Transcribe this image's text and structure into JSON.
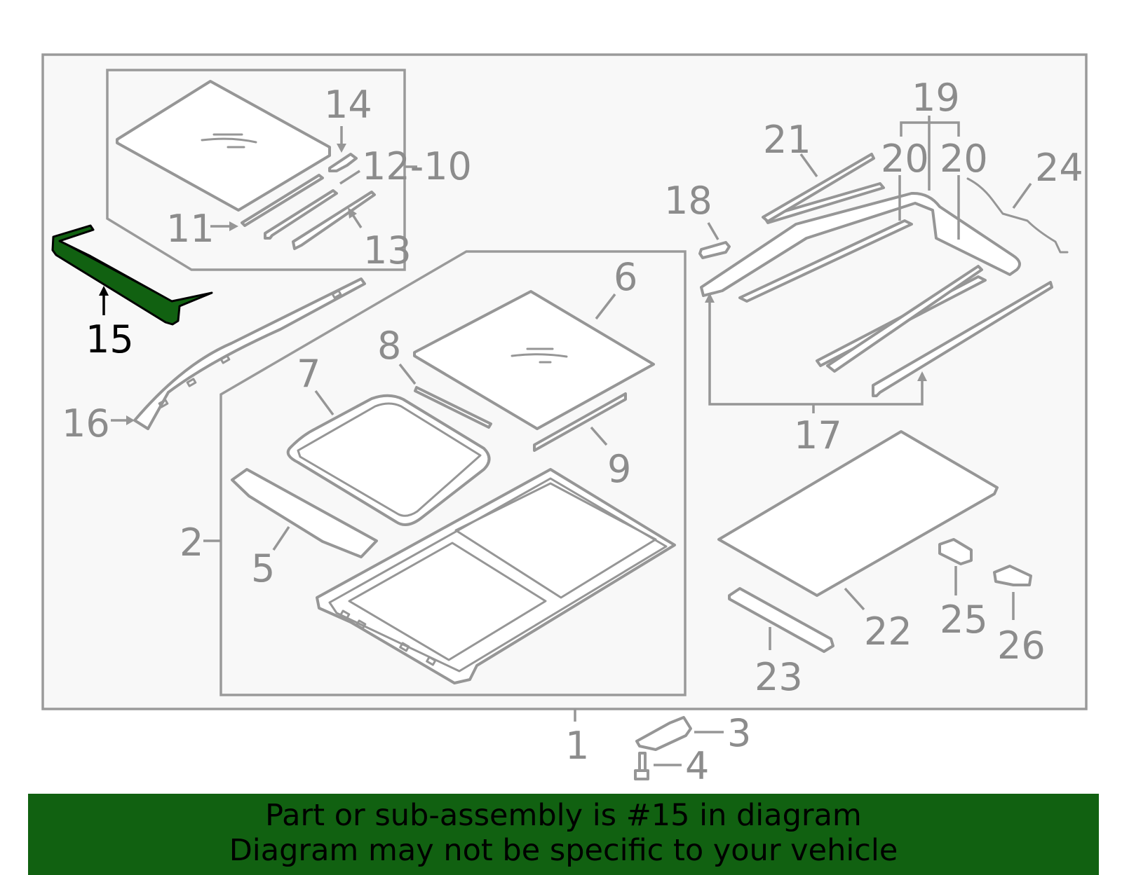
{
  "diagram": {
    "highlight_color": "#116111",
    "callouts": [
      {
        "id": "c1",
        "label": "1"
      },
      {
        "id": "c2",
        "label": "2"
      },
      {
        "id": "c3",
        "label": "3"
      },
      {
        "id": "c4",
        "label": "4"
      },
      {
        "id": "c5",
        "label": "5"
      },
      {
        "id": "c6",
        "label": "6"
      },
      {
        "id": "c7",
        "label": "7"
      },
      {
        "id": "c8",
        "label": "8"
      },
      {
        "id": "c9",
        "label": "9"
      },
      {
        "id": "c10",
        "label": "12-10"
      },
      {
        "id": "c11",
        "label": "11"
      },
      {
        "id": "c13",
        "label": "13"
      },
      {
        "id": "c14",
        "label": "14"
      },
      {
        "id": "c15",
        "label": "15",
        "highlighted": true
      },
      {
        "id": "c16",
        "label": "16"
      },
      {
        "id": "c17",
        "label": "17"
      },
      {
        "id": "c18",
        "label": "18"
      },
      {
        "id": "c19",
        "label": "19"
      },
      {
        "id": "c20a",
        "label": "20"
      },
      {
        "id": "c20b",
        "label": "20"
      },
      {
        "id": "c21",
        "label": "21"
      },
      {
        "id": "c22",
        "label": "22"
      },
      {
        "id": "c23",
        "label": "23"
      },
      {
        "id": "c24",
        "label": "24"
      },
      {
        "id": "c25",
        "label": "25"
      },
      {
        "id": "c26",
        "label": "26"
      }
    ]
  },
  "banner": {
    "line1": "Part or sub-assembly is #15 in diagram",
    "line2": "Diagram may not be specific to your vehicle",
    "background": "#116111"
  }
}
